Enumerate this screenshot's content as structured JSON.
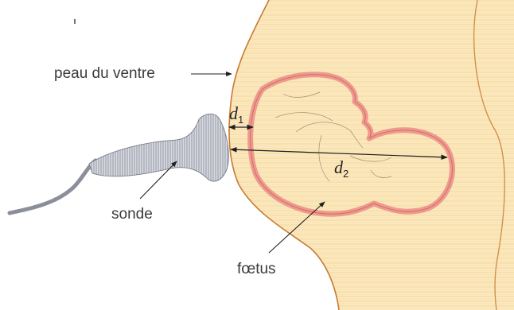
{
  "labels": {
    "skin": "peau du ventre",
    "probe": "sonde",
    "fetus": "fœtus",
    "d1_symbol": "d",
    "d1_index": "1",
    "d2_symbol": "d",
    "d2_index": "2"
  },
  "colors": {
    "belly_fill": "#fce9bf",
    "belly_stripe": "#f3d79c",
    "belly_edge": "#c77b33",
    "fetus_wall": "#ee9a8f",
    "fetus_wall_edge": "#c75a4c",
    "probe_fill": "#d5d7df",
    "probe_stripe": "#8c8f99",
    "line": "#1f1f1f"
  }
}
